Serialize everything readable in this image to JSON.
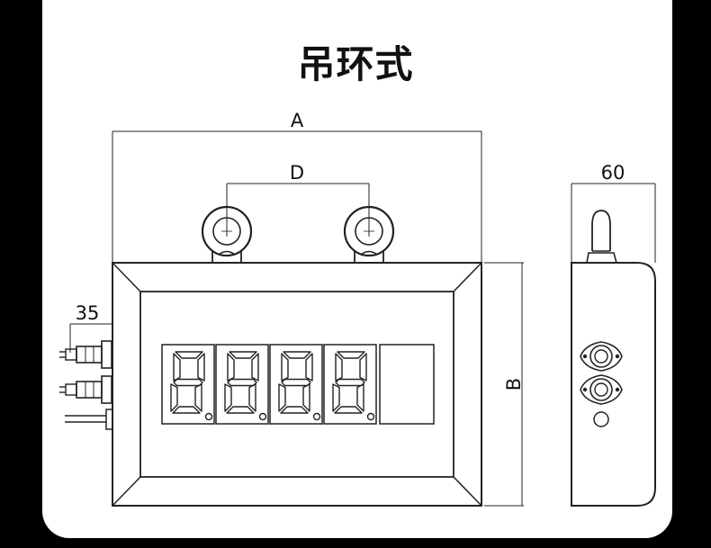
{
  "title": "吊环式",
  "dimensions": {
    "width_label": "A",
    "height_label": "B",
    "ring_spacing_label": "D",
    "connector_length_label": "35",
    "depth_label": "60"
  },
  "display": {
    "digit_count": 4,
    "digit_glyph": "8",
    "has_blank_window": true
  },
  "colors": {
    "background": "#000000",
    "card": "#ffffff",
    "line": "#222222"
  }
}
